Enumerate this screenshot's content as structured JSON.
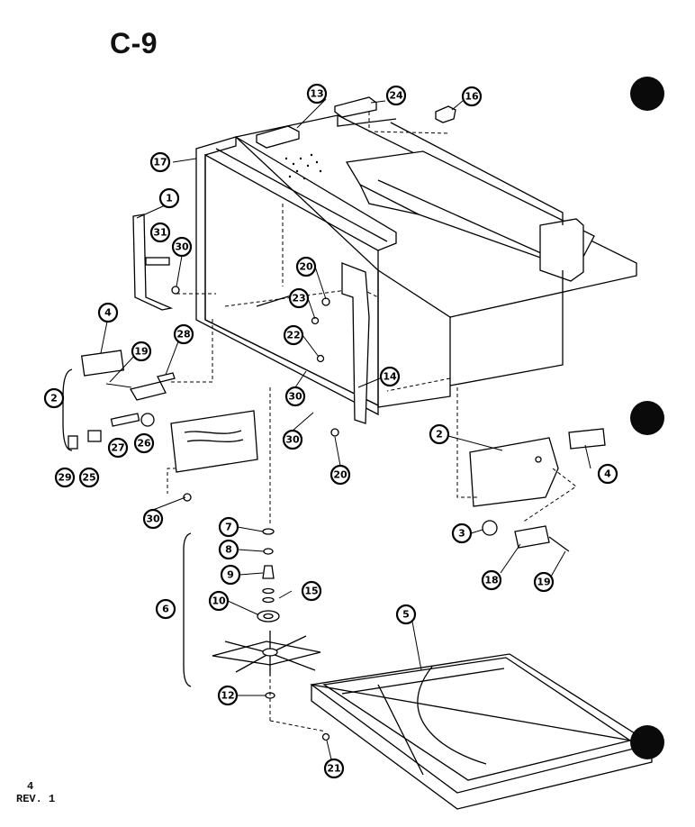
{
  "page": {
    "title": "C-9",
    "page_number": "4",
    "revision": "REV. 1"
  },
  "callouts": [
    {
      "id": "c13",
      "label": "13"
    },
    {
      "id": "c24",
      "label": "24"
    },
    {
      "id": "c16",
      "label": "16"
    },
    {
      "id": "c17",
      "label": "17"
    },
    {
      "id": "c1",
      "label": "1"
    },
    {
      "id": "c31",
      "label": "31"
    },
    {
      "id": "c30a",
      "label": "30"
    },
    {
      "id": "c20a",
      "label": "20"
    },
    {
      "id": "c23",
      "label": "23"
    },
    {
      "id": "c22",
      "label": "22"
    },
    {
      "id": "c4a",
      "label": "4"
    },
    {
      "id": "c28",
      "label": "28"
    },
    {
      "id": "c19a",
      "label": "19"
    },
    {
      "id": "c2a",
      "label": "2"
    },
    {
      "id": "c14",
      "label": "14"
    },
    {
      "id": "c30b",
      "label": "30"
    },
    {
      "id": "c30c",
      "label": "30"
    },
    {
      "id": "c27",
      "label": "27"
    },
    {
      "id": "c26",
      "label": "26"
    },
    {
      "id": "c29",
      "label": "29"
    },
    {
      "id": "c25",
      "label": "25"
    },
    {
      "id": "c20b",
      "label": "20"
    },
    {
      "id": "c2b",
      "label": "2"
    },
    {
      "id": "c4b",
      "label": "4"
    },
    {
      "id": "c30d",
      "label": "30"
    },
    {
      "id": "c7",
      "label": "7"
    },
    {
      "id": "c8",
      "label": "8"
    },
    {
      "id": "c9",
      "label": "9"
    },
    {
      "id": "c15",
      "label": "15"
    },
    {
      "id": "c10",
      "label": "10"
    },
    {
      "id": "c6",
      "label": "6"
    },
    {
      "id": "c3",
      "label": "3"
    },
    {
      "id": "c18",
      "label": "18"
    },
    {
      "id": "c19b",
      "label": "19"
    },
    {
      "id": "c5",
      "label": "5"
    },
    {
      "id": "c12",
      "label": "12"
    },
    {
      "id": "c21",
      "label": "21"
    }
  ]
}
